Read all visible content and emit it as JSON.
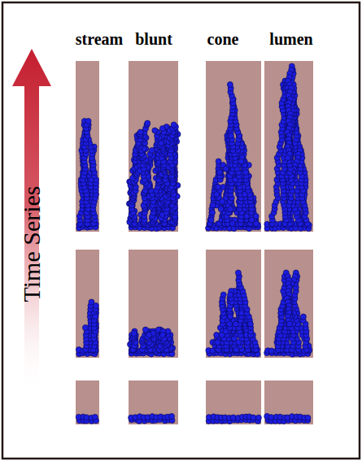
{
  "diagram": {
    "labels": [
      "stream",
      "blunt",
      "cone",
      "lumen",
      "Time Series"
    ]
  }
}
